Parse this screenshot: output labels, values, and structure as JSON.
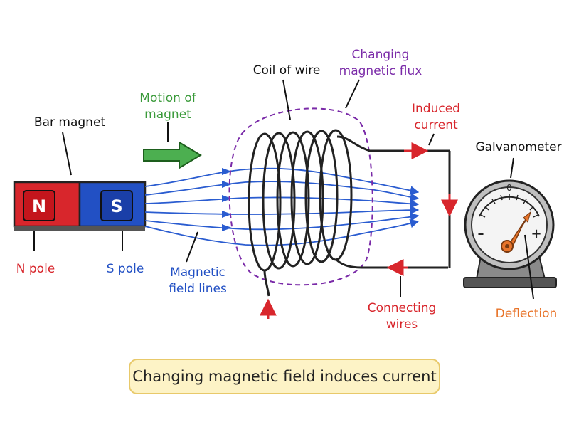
{
  "labels": {
    "bar_magnet": "Bar magnet",
    "n": "N",
    "s": "S",
    "n_pole": "N pole",
    "s_pole": "S pole",
    "motion_line1": "Motion of",
    "motion_line2": "magnet",
    "coil": "Coil of wire",
    "flux_line1": "Changing",
    "flux_line2": "magnetic flux",
    "field_line1": "Magnetic",
    "field_line2": "field lines",
    "induced_line1": "Induced",
    "induced_line2": "current",
    "galvanometer": "Galvanometer",
    "connecting_line1": "Connecting",
    "connecting_line2": "wires",
    "deflection": "Deflection",
    "gauge_zero": "0",
    "gauge_minus": "–",
    "gauge_plus": "+"
  },
  "caption": "Changing magnetic field induces current",
  "colors": {
    "north": "#d8262c",
    "south": "#2250c4",
    "field": "#2a5cd0",
    "motion": "#3a9a3a",
    "flux": "#7a2aa8",
    "current": "#d8262c",
    "deflection": "#e8742a",
    "wire": "#222222"
  },
  "icons": [
    "motion-arrow-icon",
    "current-arrow-icon",
    "needle-icon"
  ]
}
